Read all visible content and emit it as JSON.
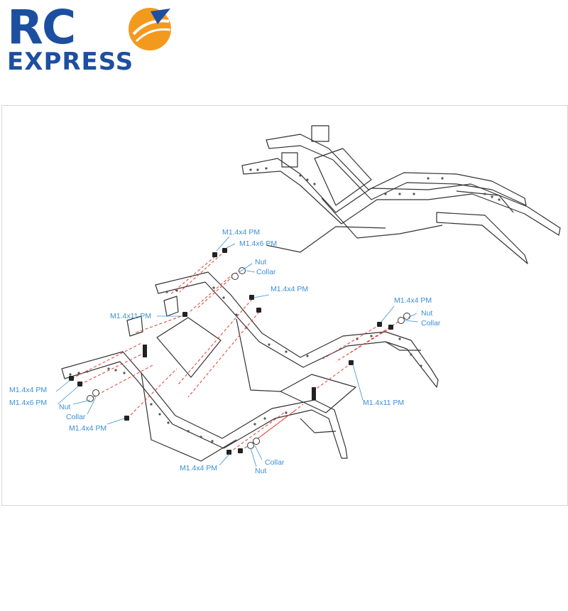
{
  "brand": {
    "name_top": "RC",
    "name_bottom": "EXPRESS",
    "primary_color": "#1d4fa0",
    "accent_color": "#f39a1e",
    "logo_icon": "orange-ball-icon"
  },
  "diagram": {
    "label_color": "#3a8fd8",
    "guide_color": "#e23a2e",
    "labels": [
      {
        "id": "m14x4pm-top",
        "text": "M1.4x4 PM"
      },
      {
        "id": "m14x6pm-top",
        "text": "M1.4x6 PM"
      },
      {
        "id": "nut-top",
        "text": "Nut"
      },
      {
        "id": "collar-top",
        "text": "Collar"
      },
      {
        "id": "m14x4pm-mid",
        "text": "M1.4x4 PM"
      },
      {
        "id": "m14x11pm-left",
        "text": "M1.4x11 PM"
      },
      {
        "id": "m14x4pm-right",
        "text": "M1.4x4 PM"
      },
      {
        "id": "nut-right",
        "text": "Nut"
      },
      {
        "id": "collar-right",
        "text": "Collar"
      },
      {
        "id": "m14x4pm-left",
        "text": "M1.4x4 PM"
      },
      {
        "id": "m14x6pm-left",
        "text": "M1.4x6 PM"
      },
      {
        "id": "nut-left",
        "text": "Nut"
      },
      {
        "id": "collar-left",
        "text": "Collar"
      },
      {
        "id": "m14x4pm-lowleft",
        "text": "M1.4x4 PM"
      },
      {
        "id": "m14x11pm-right",
        "text": "M1.4x11 PM"
      },
      {
        "id": "m14x4pm-bottom",
        "text": "M1.4x4 PM"
      },
      {
        "id": "collar-bottom",
        "text": "Collar"
      },
      {
        "id": "nut-bottom",
        "text": "Nut"
      }
    ]
  }
}
